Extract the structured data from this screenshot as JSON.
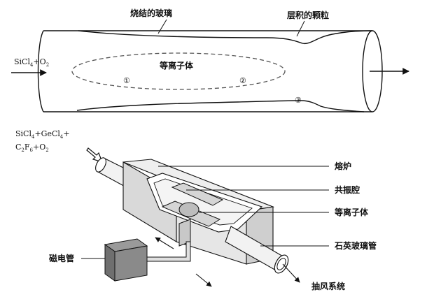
{
  "top": {
    "sintered_glass": "烧结的玻璃",
    "layered_particles": "层积的颗粒",
    "plasma": "等离子体",
    "input_gas": {
      "base": "SiCl",
      "sub1": "4",
      "mid": "+O",
      "sub2": "2"
    },
    "zone_1": "①",
    "zone_2": "②",
    "zone_3": "③"
  },
  "bottom": {
    "input_line1": {
      "a": "SiCl",
      "s1": "4",
      "b": "+GeCl",
      "s2": "4",
      "c": "+"
    },
    "input_line2": {
      "a": "C",
      "s1": "2",
      "b": "F",
      "s2": "6",
      "c": "+O",
      "s3": "2"
    },
    "furnace": "熔炉",
    "resonant_cavity": "共振腔",
    "plasma": "等离子体",
    "quartz_tube": "石英玻璃管",
    "magnetron": "磁电管",
    "exhaust": "抽风系统"
  }
}
